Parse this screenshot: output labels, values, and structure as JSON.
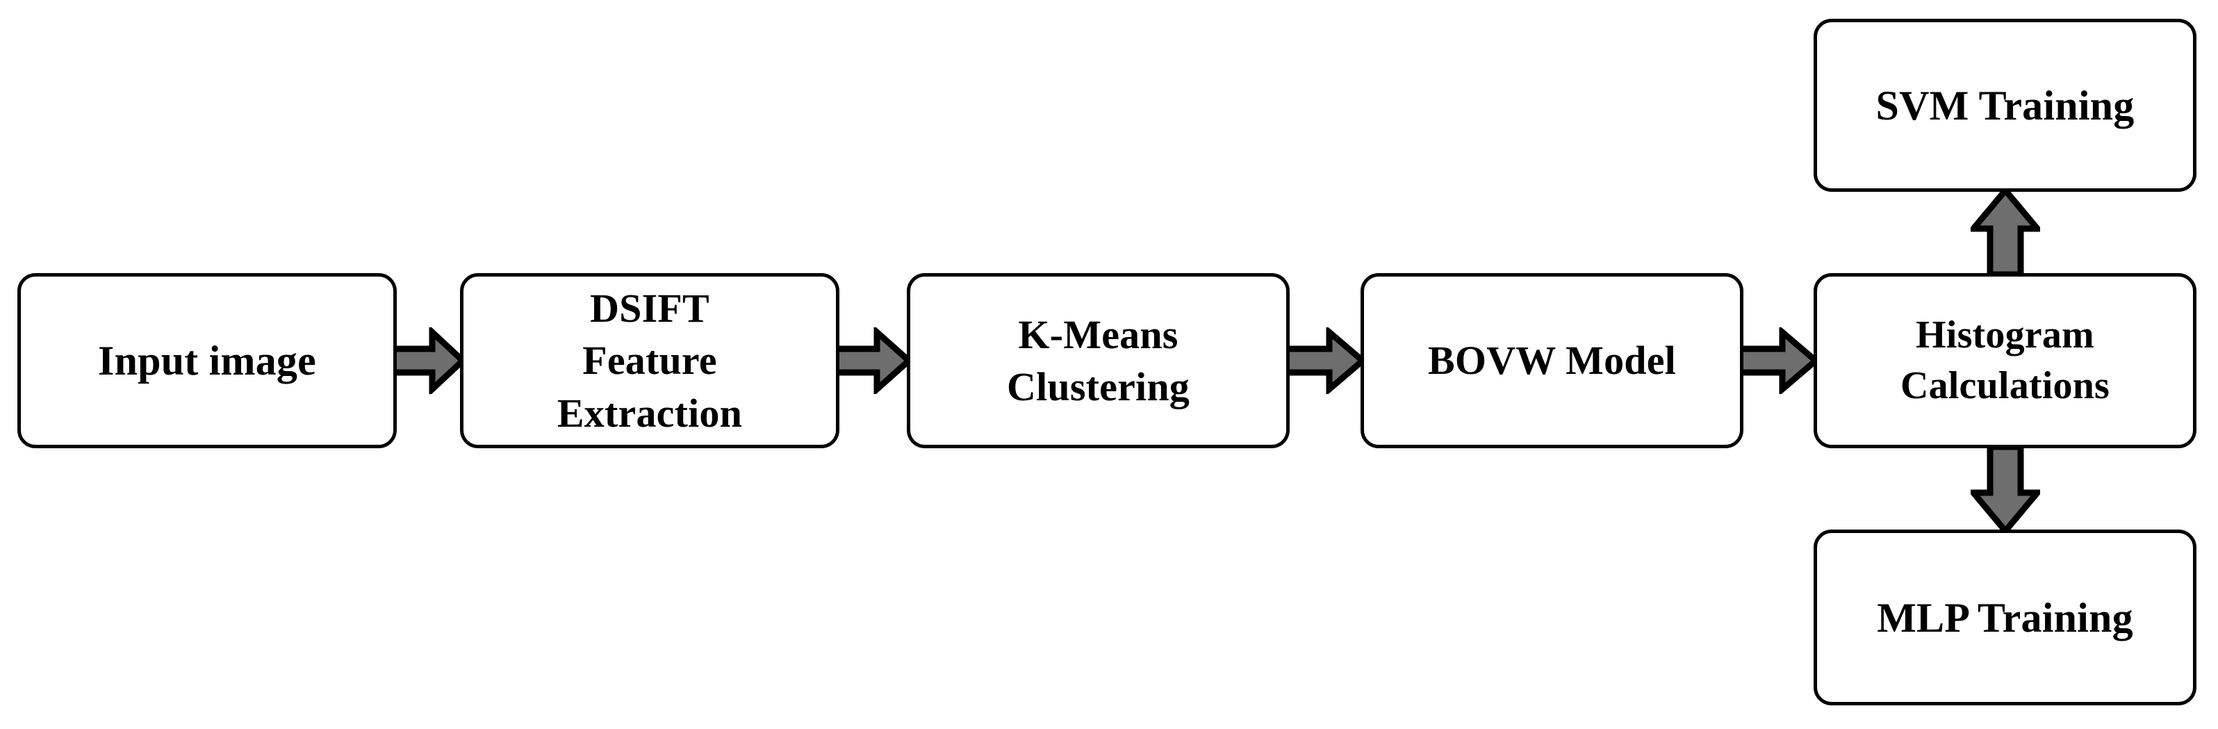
{
  "diagram": {
    "title": "BOVW image classification pipeline flowchart",
    "background_color": "#FFFFFF",
    "node_fill_color": "#FFFFFF",
    "node_border_color": "#000000",
    "arrow_fill_color": "#6E6E6E",
    "arrow_outline_color": "#000000",
    "text_color": "#000000",
    "nodes": [
      {
        "id": "input-image",
        "label": "Input image"
      },
      {
        "id": "dsift-feature-extraction",
        "label": "DSIFT\nFeature\nExtraction"
      },
      {
        "id": "k-means-clustering",
        "label": "K-Means\nClustering"
      },
      {
        "id": "bovw-model",
        "label": "BOVW Model"
      },
      {
        "id": "histogram-calculations",
        "label": "Histogram\nCalculations"
      },
      {
        "id": "svm-training",
        "label": "SVM Training"
      },
      {
        "id": "mlp-training",
        "label": "MLP Training"
      }
    ],
    "connectors": [
      {
        "id": "input-to-dsift",
        "from": "Input image",
        "to": "DSIFT Feature Extraction",
        "direction": "right"
      },
      {
        "id": "dsift-to-kmeans",
        "from": "DSIFT Feature Extraction",
        "to": "K-Means Clustering",
        "direction": "right"
      },
      {
        "id": "kmeans-to-bovw",
        "from": "K-Means Clustering",
        "to": "BOVW Model",
        "direction": "right"
      },
      {
        "id": "bovw-to-histogram",
        "from": "BOVW Model",
        "to": "Histogram Calculations",
        "direction": "right"
      },
      {
        "id": "histogram-to-svm",
        "from": "Histogram Calculations",
        "to": "SVM Training",
        "direction": "up"
      },
      {
        "id": "histogram-to-mlp",
        "from": "Histogram Calculations",
        "to": "MLP Training",
        "direction": "down"
      }
    ]
  }
}
